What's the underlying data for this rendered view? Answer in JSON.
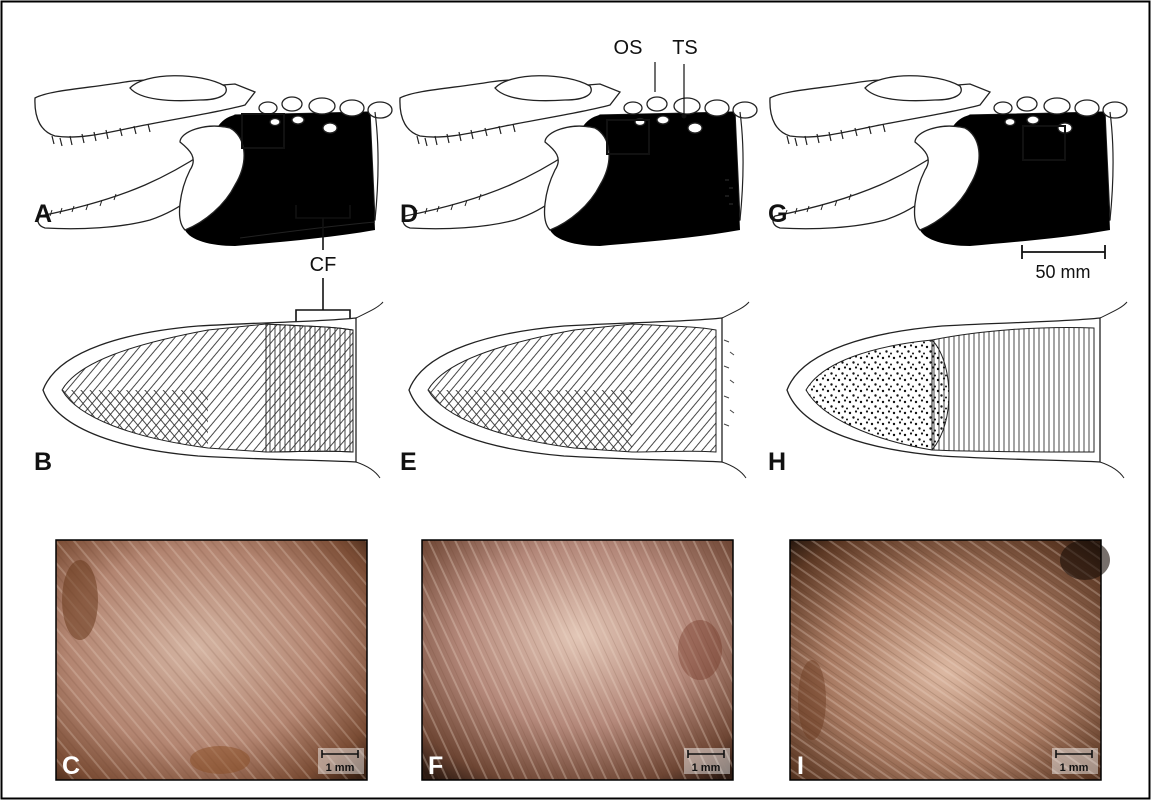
{
  "panels": {
    "A": "A",
    "B": "B",
    "C": "C",
    "D": "D",
    "E": "E",
    "F": "F",
    "G": "G",
    "H": "H",
    "I": "I"
  },
  "annotations": {
    "os": "OS",
    "ts": "TS",
    "cf": "CF"
  },
  "scale_bar": {
    "label": "50 mm"
  },
  "micro_scale": {
    "label": "1 mm"
  },
  "colors": {
    "frame": "#000000",
    "line": "#222222",
    "photo_dark": "#4a2a18",
    "photo_mid": "#a26e55",
    "photo_light": "#d8b6a2"
  }
}
